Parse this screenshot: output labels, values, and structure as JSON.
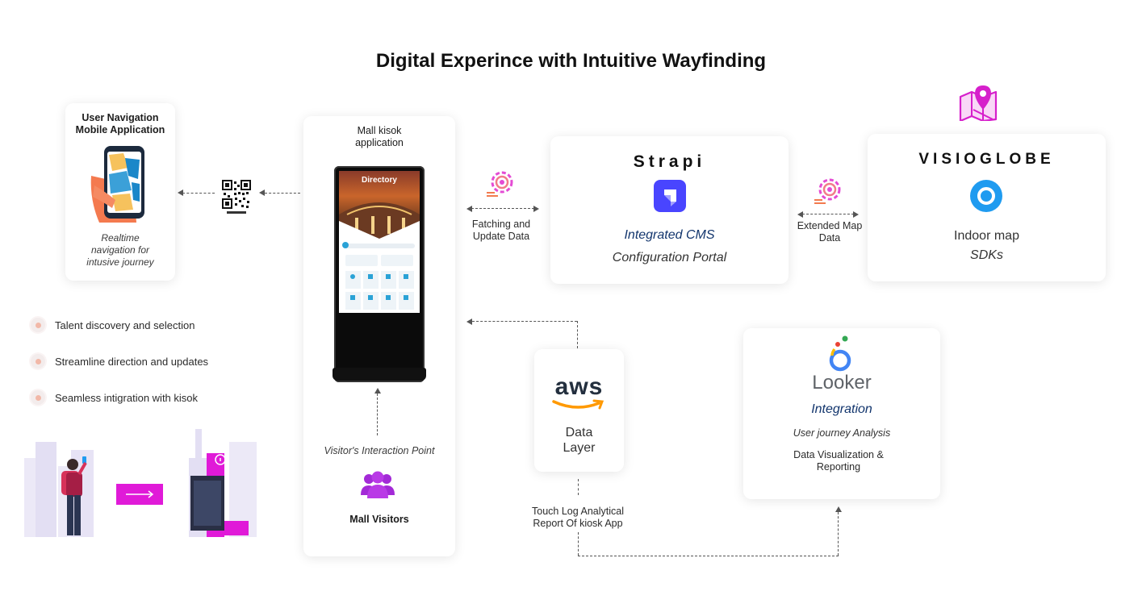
{
  "title": "Digital Experince with Intuitive Wayfinding",
  "mobile_card": {
    "title_line1": "User Navigation",
    "title_line2": "Mobile Application",
    "caption_line1": "Realtime",
    "caption_line2": "navigation for",
    "caption_line3": "intusive journey"
  },
  "kiosk_card": {
    "title_line1": "Mall kisok",
    "title_line2": "application",
    "screen_header": "Directory",
    "interaction_label": "Visitor's Interaction Point",
    "visitors_label": "Mall Visitors"
  },
  "strapi_card": {
    "brand": "Strapi",
    "heading": "Integrated CMS",
    "subheading": "Configuration Portal"
  },
  "visioglobe_card": {
    "brand": "VISIOGLOBE",
    "heading": "Indoor map",
    "subheading": "SDKs"
  },
  "aws_card": {
    "brand": "aws",
    "line1": "Data",
    "line2": "Layer"
  },
  "looker_card": {
    "brand": "Looker",
    "heading": "Integration",
    "subheading": "User journey Analysis",
    "detail_line1": "Data Visualization &",
    "detail_line2": "Reporting"
  },
  "connectors": {
    "fetching_line1": "Fatching and",
    "fetching_line2": "Update Data",
    "extended_line1": "Extended Map",
    "extended_line2": "Data",
    "touch_line1": "Touch Log Analytical",
    "touch_line2": "Report Of kiosk App"
  },
  "bullets": [
    "Talent discovery and selection",
    "Streamline direction and updates",
    "Seamless intigration with kisok"
  ],
  "colors": {
    "accent_magenta": "#e01ad8",
    "strapi_purple": "#4945ff",
    "visio_blue": "#1f9bf0",
    "navy_text": "#12356d",
    "aws_orange": "#ff9900"
  }
}
